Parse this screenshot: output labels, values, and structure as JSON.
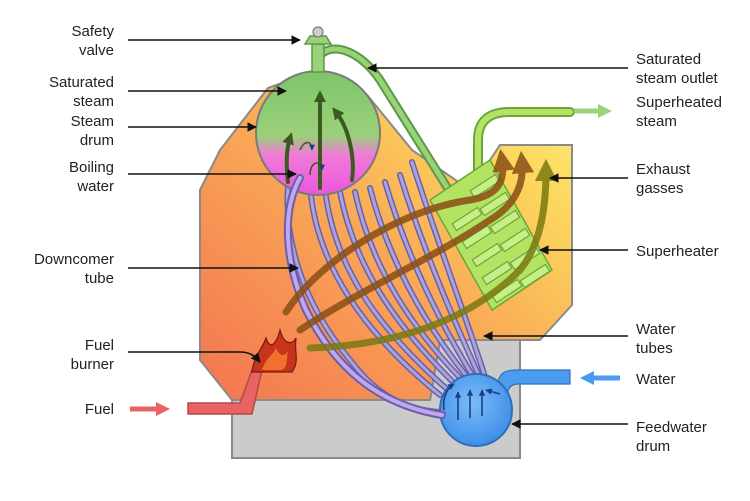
{
  "labels": {
    "safety_valve": [
      "Safety",
      "valve"
    ],
    "saturated_steam": [
      "Saturated",
      "steam"
    ],
    "steam_drum": [
      "Steam",
      "drum"
    ],
    "boiling_water": [
      "Boiling",
      "water"
    ],
    "downcomer_tube": [
      "Downcomer",
      "tube"
    ],
    "fuel_burner": [
      "Fuel",
      "burner"
    ],
    "fuel": [
      "Fuel"
    ],
    "saturated_steam_outlet": [
      "Saturated",
      "steam outlet"
    ],
    "superheated_steam": [
      "Superheated",
      "steam"
    ],
    "exhaust_gasses": [
      "Exhaust",
      "gasses"
    ],
    "superheater": [
      "Superheater"
    ],
    "water_tubes": [
      "Water",
      "tubes"
    ],
    "water": [
      "Water"
    ],
    "feedwater_drum": [
      "Feedwater",
      "drum"
    ]
  },
  "colors": {
    "furnace_hot": "#f47a4e",
    "furnace_warm": "#fbb650",
    "furnace_cool": "#fcef6c",
    "base": "#cccccc",
    "steam_green": "#8fcc6a",
    "water_pink": "#ee66dd",
    "tube_purple": "#8a86c8",
    "superheater_green": "#b4e364",
    "feed_blue": "#4b9bf0",
    "fuel_red": "#ea5a5a",
    "gas_brown": "#8a4f14"
  }
}
